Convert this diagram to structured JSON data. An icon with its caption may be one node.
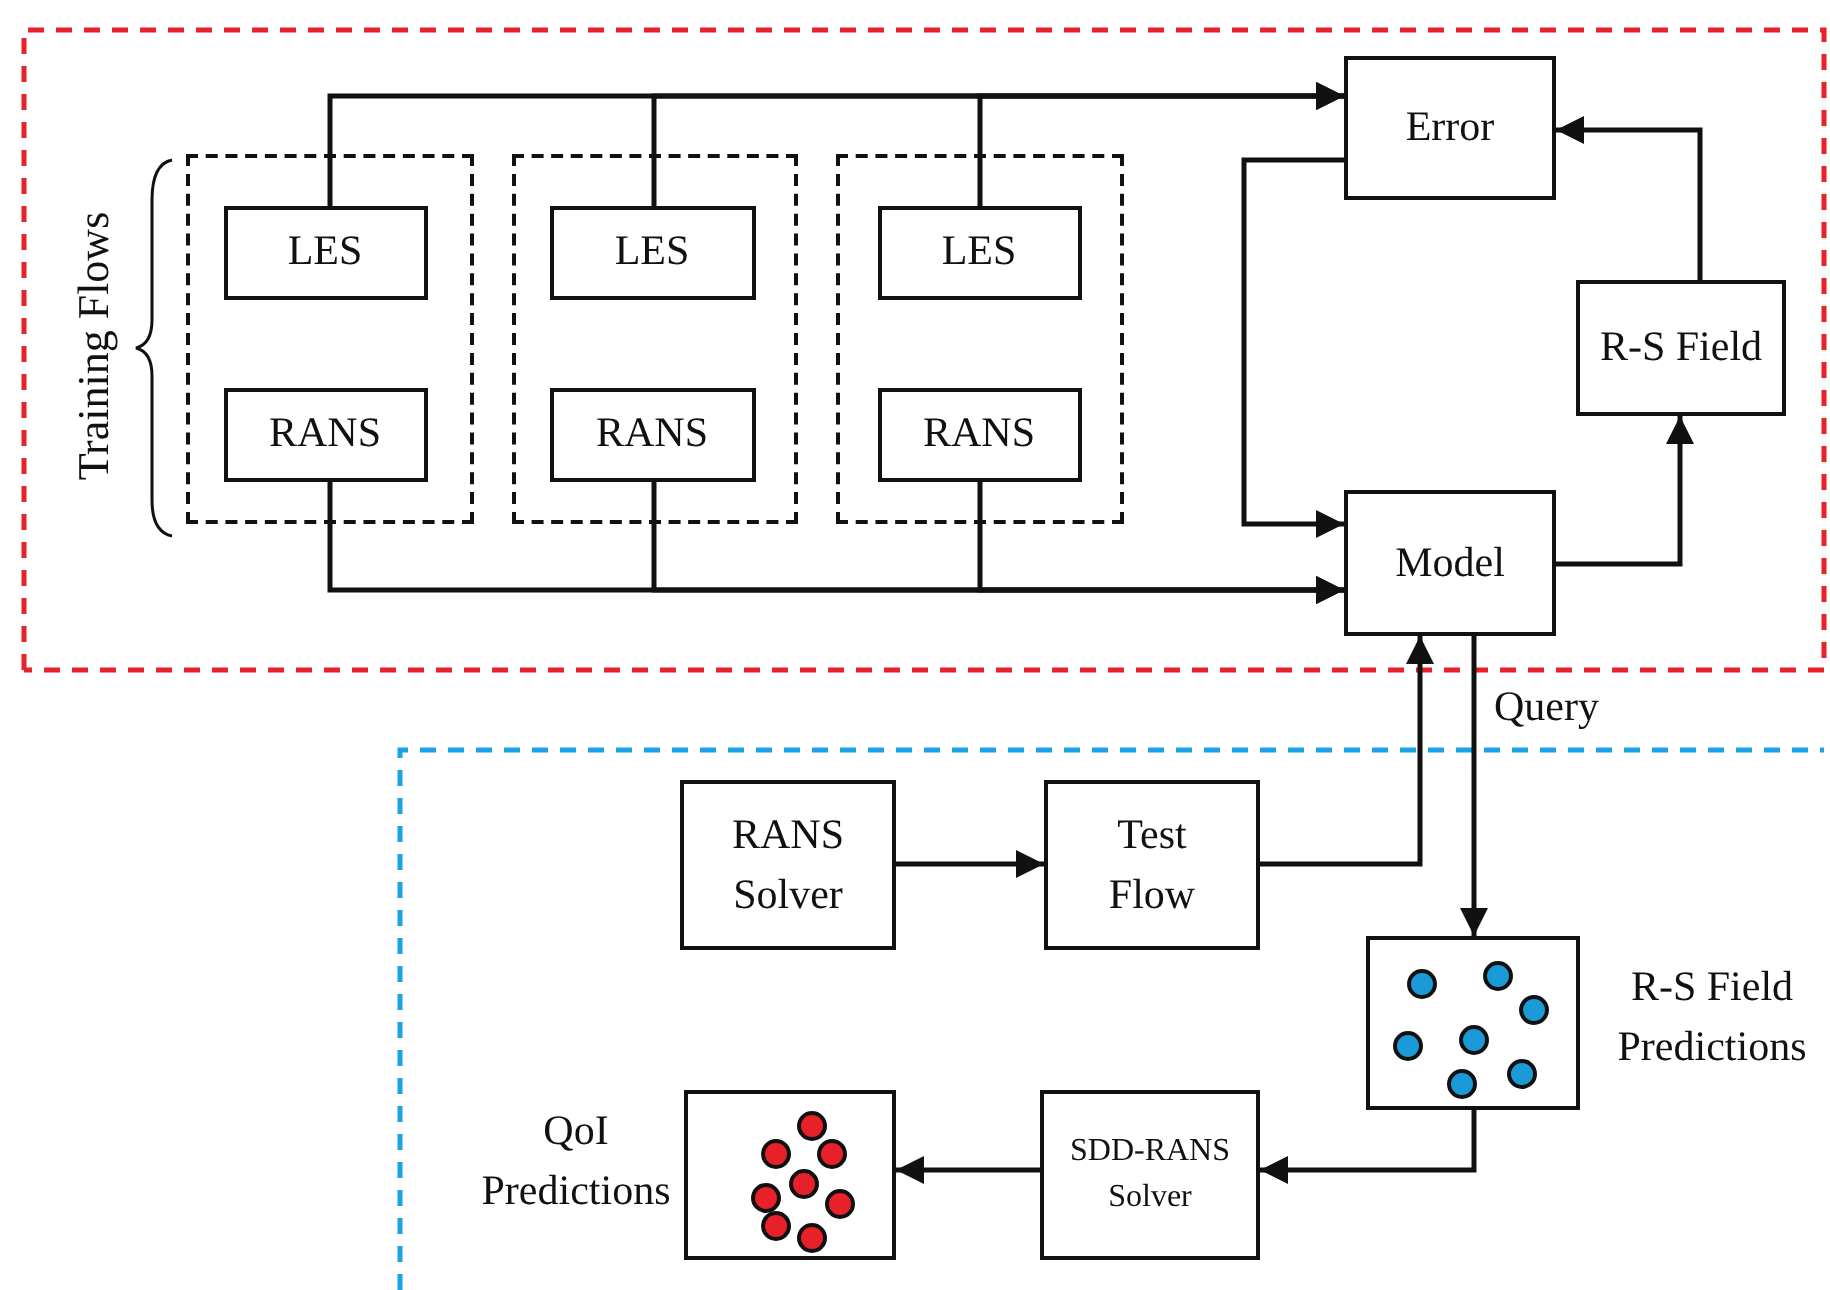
{
  "diagram": {
    "nodes": [
      {
        "text": [],
        "shape": "box"
      },
      {
        "text": [
          "LES"
        ],
        "in": 0
      },
      {
        "text": [
          "RANS"
        ],
        "in": 0
      },
      {
        "text": [],
        "shape": "box"
      },
      {
        "text": [
          "LES"
        ],
        "in": 3
      },
      {
        "text": [
          "RANS"
        ],
        "in": 3
      },
      {
        "text": [],
        "shape": "box"
      },
      {
        "text": [
          "LES"
        ],
        "in": 6
      },
      {
        "text": [
          "RANS"
        ],
        "in": 6
      },
      {
        "text": [
          "Error"
        ]
      },
      {
        "text": [
          "R-S Field"
        ]
      },
      {
        "text": [
          "Model"
        ]
      },
      {
        "text": [
          "RANS Solver"
        ]
      },
      {
        "text": [
          "Test Flow"
        ]
      },
      {
        "text": [],
        "shape": "box",
        "beside": [
          "R-S Field Predictions"
        ]
      },
      {
        "text": [
          "SDD-RANS Solver"
        ]
      },
      {
        "text": [],
        "shape": "box",
        "beside": [
          "QoI Predictions"
        ]
      }
    ],
    "edges": [
      {
        "from": 1,
        "to": 9,
        "arrow": "to"
      },
      {
        "from": 4,
        "to": 9,
        "arrow": "to"
      },
      {
        "from": 7,
        "to": 9,
        "arrow": "to"
      },
      {
        "from": 2,
        "to": 11,
        "arrow": "to"
      },
      {
        "from": 5,
        "to": 11,
        "arrow": "to"
      },
      {
        "from": 8,
        "to": 11,
        "arrow": "to"
      },
      {
        "from": 9,
        "to": 11,
        "arrow": "to"
      },
      {
        "from": 11,
        "to": 10,
        "arrow": "to"
      },
      {
        "from": 10,
        "to": 9,
        "arrow": "to"
      },
      {
        "from": 12,
        "to": 13,
        "arrow": "to"
      },
      {
        "from": 13,
        "to": 11,
        "arrow": "to"
      },
      {
        "from": 11,
        "to": 14,
        "arrow": "to",
        "label": "Query"
      },
      {
        "from": 14,
        "to": 15,
        "arrow": "to"
      },
      {
        "from": 15,
        "to": 16,
        "arrow": "to"
      }
    ],
    "labels": [
      "Training Flows"
    ]
  }
}
